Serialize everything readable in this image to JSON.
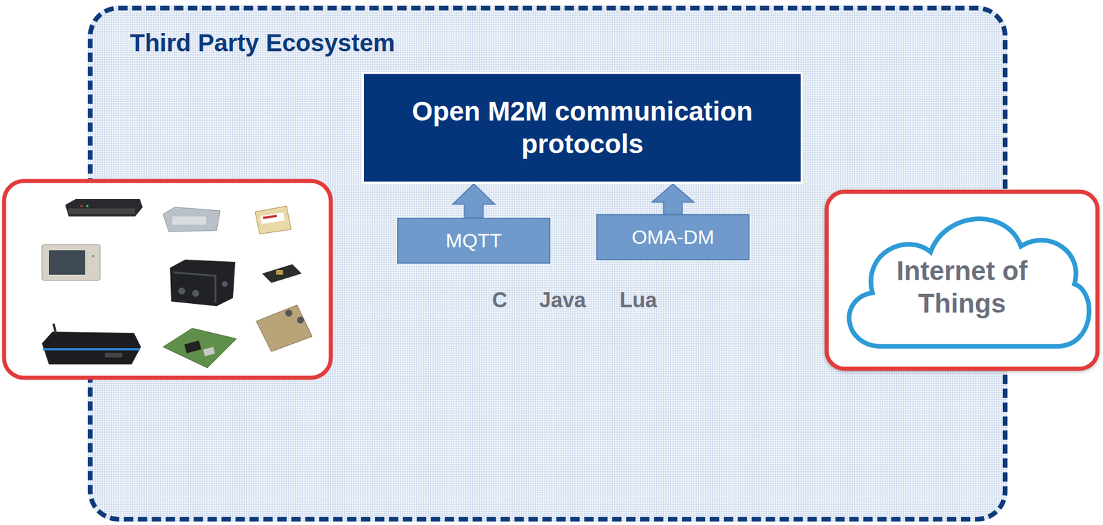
{
  "diagram": {
    "nodes": [
      {
        "text": [
          "Third Party Ecosystem"
        ]
      },
      {
        "text": [
          "Open M2M communication protocols"
        ],
        "in": 0
      },
      {
        "text": [
          "MQTT"
        ],
        "in": 0
      },
      {
        "text": [
          "OMA-DM"
        ],
        "in": 0
      },
      {
        "text": [
          "Internet of Things"
        ]
      }
    ],
    "edges": [
      {
        "from": 2,
        "to": 1,
        "arrow": "to"
      },
      {
        "from": 3,
        "to": 1,
        "arrow": "to"
      }
    ],
    "labels": [
      "C",
      "Java",
      "Lua"
    ]
  }
}
